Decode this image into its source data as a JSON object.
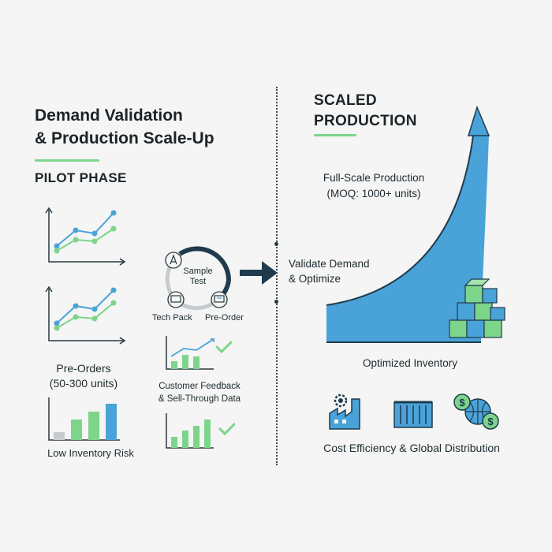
{
  "pilot": {
    "title_line1": "Demand Validation",
    "title_line2": "& Production Scale-Up",
    "phase_label": "PILOT PHASE",
    "preorders_line1": "Pre-Orders",
    "preorders_line2": "(50-300 units)",
    "low_inventory": "Low Inventory Risk",
    "cycle_center_line1": "Sample",
    "cycle_center_line2": "Test",
    "tech_pack": "Tech Pack",
    "pre_order": "Pre-Order",
    "feedback_line1": "Customer Feedback",
    "feedback_line2": "& Sell-Through Data"
  },
  "transition": {
    "line1": "Validate Demand",
    "line2": "& Optimize"
  },
  "scaled": {
    "title_line1": "SCALED",
    "title_line2": "PRODUCTION",
    "fullscale_line1": "Full-Scale Production",
    "fullscale_line2": "(MOQ: 1000+ units)",
    "optimized_inventory": "Optimized Inventory",
    "cost_efficiency": "Cost Efficiency & Global Distribution"
  },
  "colors": {
    "blue": "#4aa3d8",
    "green": "#7dd48b",
    "navy": "#1f3b4d",
    "accent": "#7dd48b"
  },
  "icons": [
    "line-chart-icon",
    "sample-cycle-icon",
    "bar-chart-icon",
    "check-icon",
    "arrow-right-icon",
    "growth-curve-icon",
    "boxes-icon",
    "factory-icon",
    "container-icon",
    "globe-dollar-icon"
  ]
}
